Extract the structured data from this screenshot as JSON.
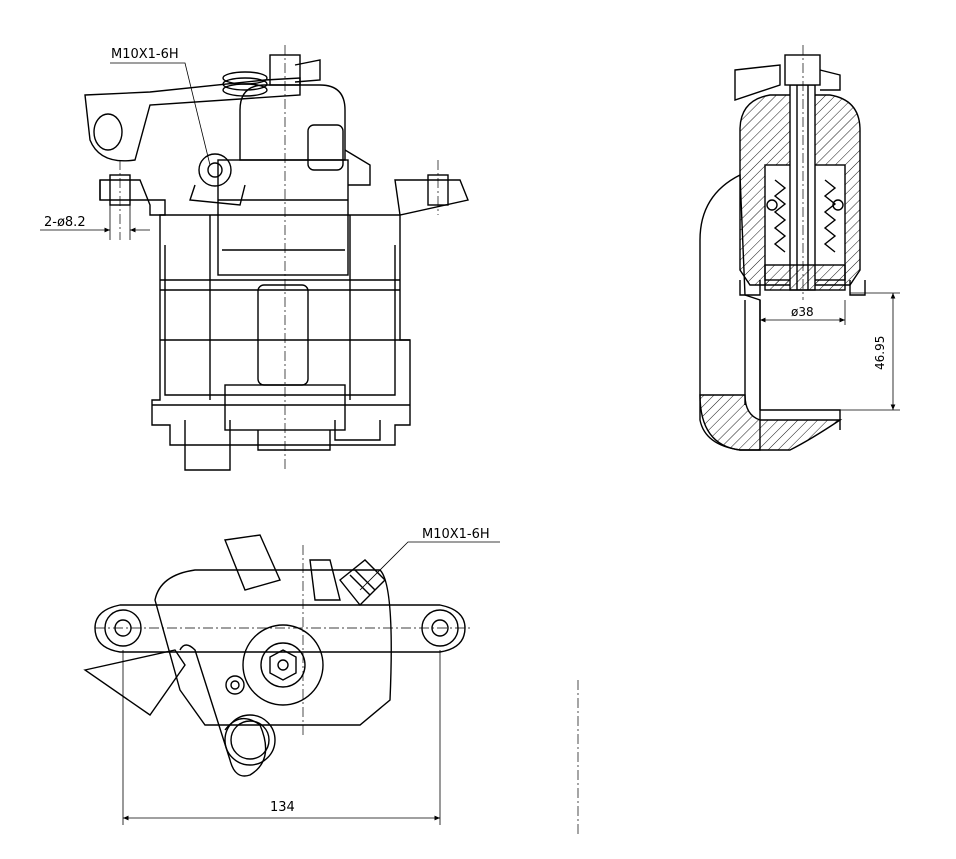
{
  "labels": {
    "thread_front": "M10X1-6H",
    "holes_front": "2-ø8.2",
    "bore_dia": "ø38",
    "piston_height": "46.95",
    "thread_bottom": "M10X1-6H",
    "width_bottom": "134"
  },
  "colors": {
    "line": "#000000",
    "background": "#ffffff"
  }
}
